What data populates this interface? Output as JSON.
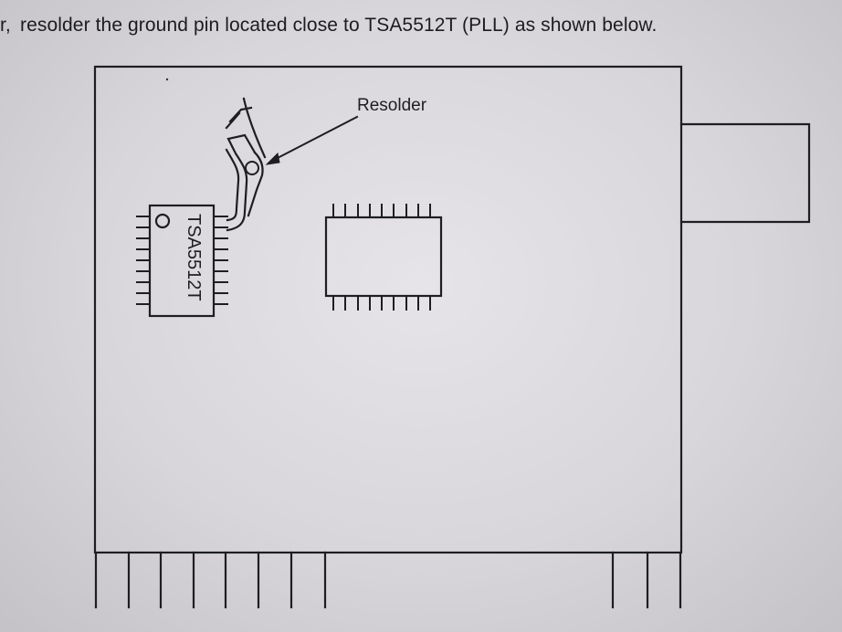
{
  "caption": {
    "prefix": "r,",
    "text": "resolder the ground pin located close to TSA5512T (PLL) as shown below."
  },
  "diagram": {
    "callout_label": "Resolder",
    "chip_label": "TSA5512T"
  }
}
